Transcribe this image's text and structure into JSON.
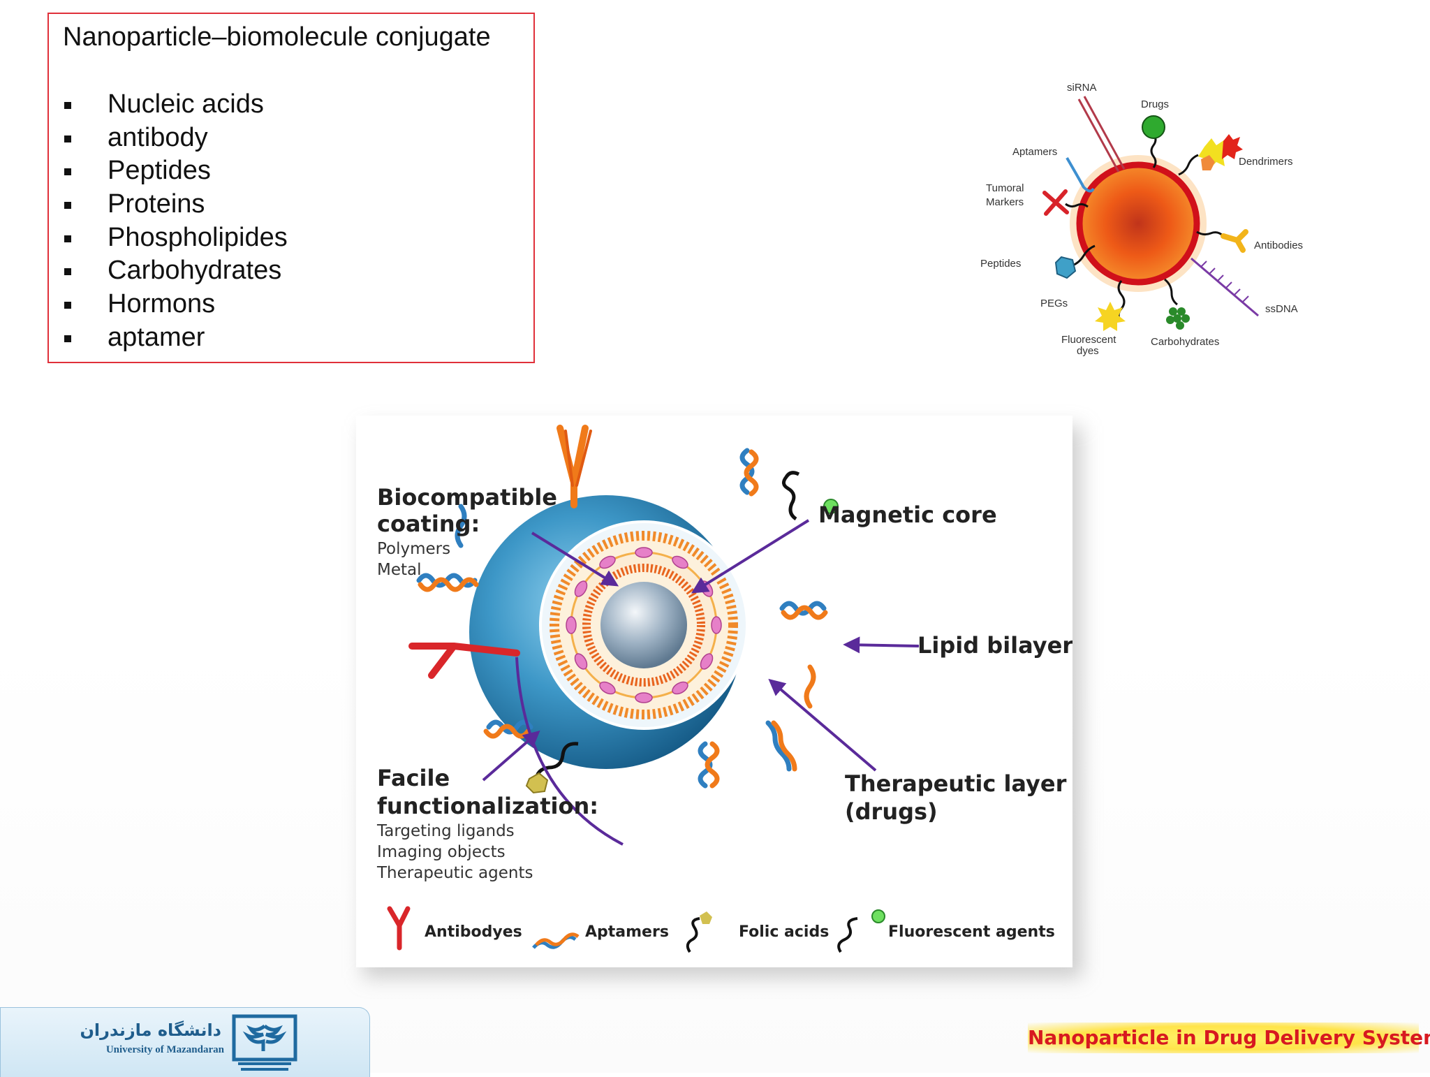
{
  "conjugate_box": {
    "title": "Nanoparticle–biomolecule conjugate",
    "items": [
      "Nucleic acids",
      "antibody",
      "Peptides",
      "Proteins",
      "Phospholipides",
      "Carbohydrates",
      "Hormons",
      "aptamer"
    ]
  },
  "np_diagram": {
    "labels": {
      "sirna": "siRNA",
      "drugs": "Drugs",
      "aptamers": "Aptamers",
      "dendrimers": "Dendrimers",
      "tumoral1": "Tumoral",
      "tumoral2": "Markers",
      "antibodies": "Antibodies",
      "peptides": "Peptides",
      "pegs": "PEGs",
      "ssdna": "ssDNA",
      "fluor1": "Fluorescent",
      "fluor2": "dyes",
      "carbohydrates": "Carbohydrates"
    }
  },
  "center_figure": {
    "biocompat_title1": "Biocompatible",
    "biocompat_title2": "coating:",
    "biocompat_sub1": "Polymers",
    "biocompat_sub2": "Metal",
    "magnetic_core": "Magnetic core",
    "lipid_bilayer": "Lipid bilayer",
    "therapeutic1": "Therapeutic layer",
    "therapeutic2": "(drugs)",
    "facile1": "Facile",
    "facile2": "functionalization:",
    "facile_sub1": "Targeting ligands",
    "facile_sub2": "Imaging objects",
    "facile_sub3": "Therapeutic agents",
    "legend": {
      "antibodies": "Antibodyes",
      "aptamers": "Aptamers",
      "folic": "Folic acids",
      "fluorescent": "Fluorescent agents"
    }
  },
  "footer": {
    "university_fa": "دانشگاه مازندران",
    "university_en": "University of Mazandaran",
    "course_title": "Nanoparticle in Drug Delivery System"
  },
  "colors": {
    "box_border": "#e0303a",
    "core_orange": "#e8641e",
    "coating_blue": "#1f6f9f",
    "arrow_purple": "#5a2a9a",
    "footer_red": "#d71920",
    "footer_yellow": "#ffe44a"
  }
}
